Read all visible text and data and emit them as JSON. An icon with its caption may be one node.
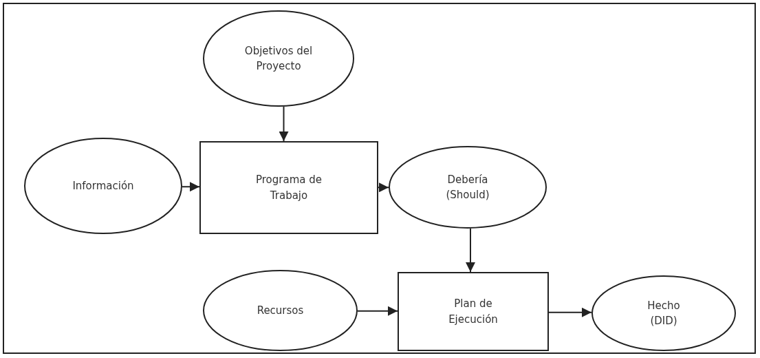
{
  "diagram": {
    "nodes": [
      {
        "text": [
          "Objetivos del Proyecto"
        ]
      },
      {
        "text": [
          "Información"
        ]
      },
      {
        "text": [
          "Programa de Trabajo"
        ]
      },
      {
        "text": [
          "Debería (Should)"
        ]
      },
      {
        "text": [
          "Recursos"
        ]
      },
      {
        "text": [
          "Plan de Ejecución"
        ]
      },
      {
        "text": [
          "Hecho (DID)"
        ]
      }
    ],
    "edges": [
      {
        "from": 0,
        "to": 2,
        "arrow": "to"
      },
      {
        "from": 1,
        "to": 2,
        "arrow": "to"
      },
      {
        "from": 2,
        "to": 3,
        "arrow": "to"
      },
      {
        "from": 3,
        "to": 5,
        "arrow": "to"
      },
      {
        "from": 4,
        "to": 5,
        "arrow": "to"
      },
      {
        "from": 5,
        "to": 6,
        "arrow": "to"
      }
    ]
  }
}
